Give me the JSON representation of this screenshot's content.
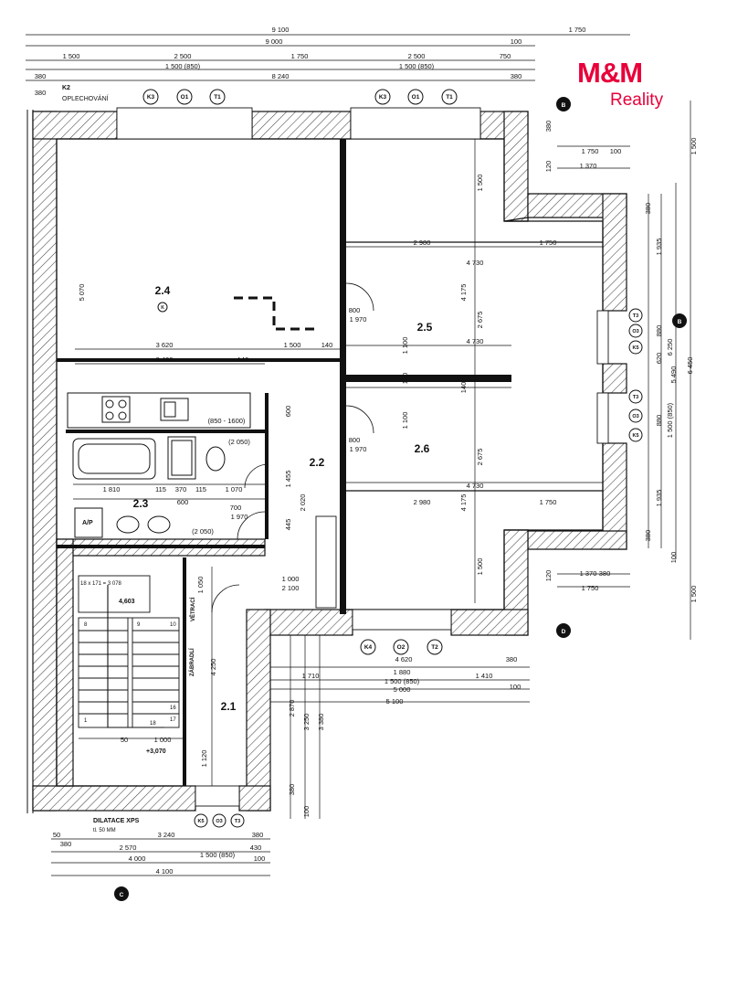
{
  "brand": {
    "logo_text": "M&M",
    "logo_sub": "Reality",
    "color": "#e8003a"
  },
  "rooms": [
    {
      "id": "2.4",
      "label": "2.4"
    },
    {
      "id": "2.5",
      "label": "2.5"
    },
    {
      "id": "2.6",
      "label": "2.6"
    },
    {
      "id": "2.2",
      "label": "2.2"
    },
    {
      "id": "2.3",
      "label": "2.3"
    },
    {
      "id": "2.1",
      "label": "2.1"
    }
  ],
  "labels": {
    "k2": "K2",
    "oplechovani": "OPLECHOVÁNÍ",
    "dilatace": "DILATACE XPS",
    "dilatace_sub": "tl. 50 MM",
    "ap": "A/P",
    "level_stairs": "4,603",
    "level_landing": "+3,070",
    "stairs_spec": "18 x 171 = 3 078",
    "vent": "VĚTRACÍ",
    "zabradli": "ZÁBRADLÍ",
    "k_mark": "K",
    "north_a": "B",
    "north_b": "B",
    "north_c": "C",
    "north_d": "D"
  },
  "window_tags": {
    "top_left": [
      "K3",
      "O1",
      "T1"
    ],
    "top_right": [
      "K3",
      "O1",
      "T1"
    ],
    "right_upper": [
      "T3",
      "O3",
      "K5"
    ],
    "right_lower": [
      "T3",
      "O3",
      "K5"
    ],
    "bottom_mid": [
      "K4",
      "O2",
      "T2"
    ],
    "bottom_left": [
      "K5",
      "O3",
      "T3"
    ]
  },
  "dimensions": {
    "top_9100": "9 100",
    "top_1750a": "1 750",
    "top_9000": "9 000",
    "top_100a": "100",
    "top_1500": "1 500",
    "top_2500a": "2 500",
    "top_1750b": "1 750",
    "top_2500b": "2 500",
    "top_750": "750",
    "top_1500_850a": "1 500 (850)",
    "top_1500_850b": "1 500 (850)",
    "top_8240": "8 240",
    "top_380a": "380",
    "top_380b": "380",
    "d_5070": "5 070",
    "d_3620": "3 620",
    "d_3480": "3 480",
    "d_140a": "140",
    "d_1500m": "1 500",
    "d_140b": "140",
    "d_2980a": "2 980",
    "d_1750c": "1 750",
    "d_4730a": "4 730",
    "d_4175a": "4 175",
    "d_2675a": "2 675",
    "d_1500v": "1 500",
    "d_800a": "800",
    "d_1970a": "1 970",
    "d_4730b": "4 730",
    "d_1100a": "1 100",
    "d_140c": "140",
    "d_140d": "140",
    "d_1100b": "1 100",
    "d_800b": "800",
    "d_1970b": "1 970",
    "d_4730c": "4 730",
    "d_2980b": "2 980",
    "d_1750d": "1 750",
    "d_4175b": "4 175",
    "d_2675b": "2 675",
    "d_1500v2": "1 500",
    "d_600a": "600",
    "d_850_1600": "(850 - 1600)",
    "d_2050a": "(2 050)",
    "d_1455": "1 455",
    "d_2020": "2 020",
    "d_445": "445",
    "d_1810": "1 810",
    "d_115a": "115",
    "d_370": "370",
    "d_115b": "115",
    "d_1070": "1 070",
    "d_600b": "600",
    "d_700": "700",
    "d_1970c": "1 970",
    "d_2050b": "(2 050)",
    "d_1000a": "1 000",
    "d_2100": "2 100",
    "d_1050": "1 050",
    "d_4250": "4 250",
    "d_1000b": "1 000",
    "d_50": "50",
    "d_1120": "1 120",
    "r_380a": "380",
    "r_1750a": "1 750",
    "r_100a": "100",
    "r_1370a": "1 370",
    "r_120a": "120",
    "r_1500a": "1 500",
    "r_380b": "380",
    "r_1935a": "1 935",
    "r_880a": "880",
    "r_620": "620",
    "r_5490": "5 490",
    "r_6250": "6 250",
    "r_6450": "6 450",
    "r_1500_850": "1 500 (850)",
    "r_880b": "880",
    "r_1935b": "1 935",
    "r_380c": "380",
    "r_100b": "100",
    "r_120b": "120",
    "r_1370b": "1 370",
    "r_380d": "380",
    "r_1750b": "1 750",
    "r_1500b": "1 500",
    "b_4620": "4 620",
    "b_380a": "380",
    "b_1710": "1 710",
    "b_1880": "1 880",
    "b_1410": "1 410",
    "b_1500_850": "1 500 (850)",
    "b_5000": "5 000",
    "b_100a": "100",
    "b_5100": "5 100",
    "b_2870": "2 870",
    "b_3250": "3 250",
    "b_3380": "3 380",
    "b_380b": "380",
    "b_100b": "100",
    "l_380": "380",
    "bl_50": "50",
    "bl_380a": "380",
    "bl_3240": "3 240",
    "bl_380b": "380",
    "bl_2570": "2 570",
    "bl_430": "430",
    "bl_4000": "4 000",
    "bl_1500_850": "1 500 (850)",
    "bl_100": "100",
    "bl_4100": "4 100",
    "st_1": "1",
    "st_8": "8",
    "st_9": "9",
    "st_10": "10",
    "st_16": "16",
    "st_17": "17",
    "st_18": "18"
  }
}
